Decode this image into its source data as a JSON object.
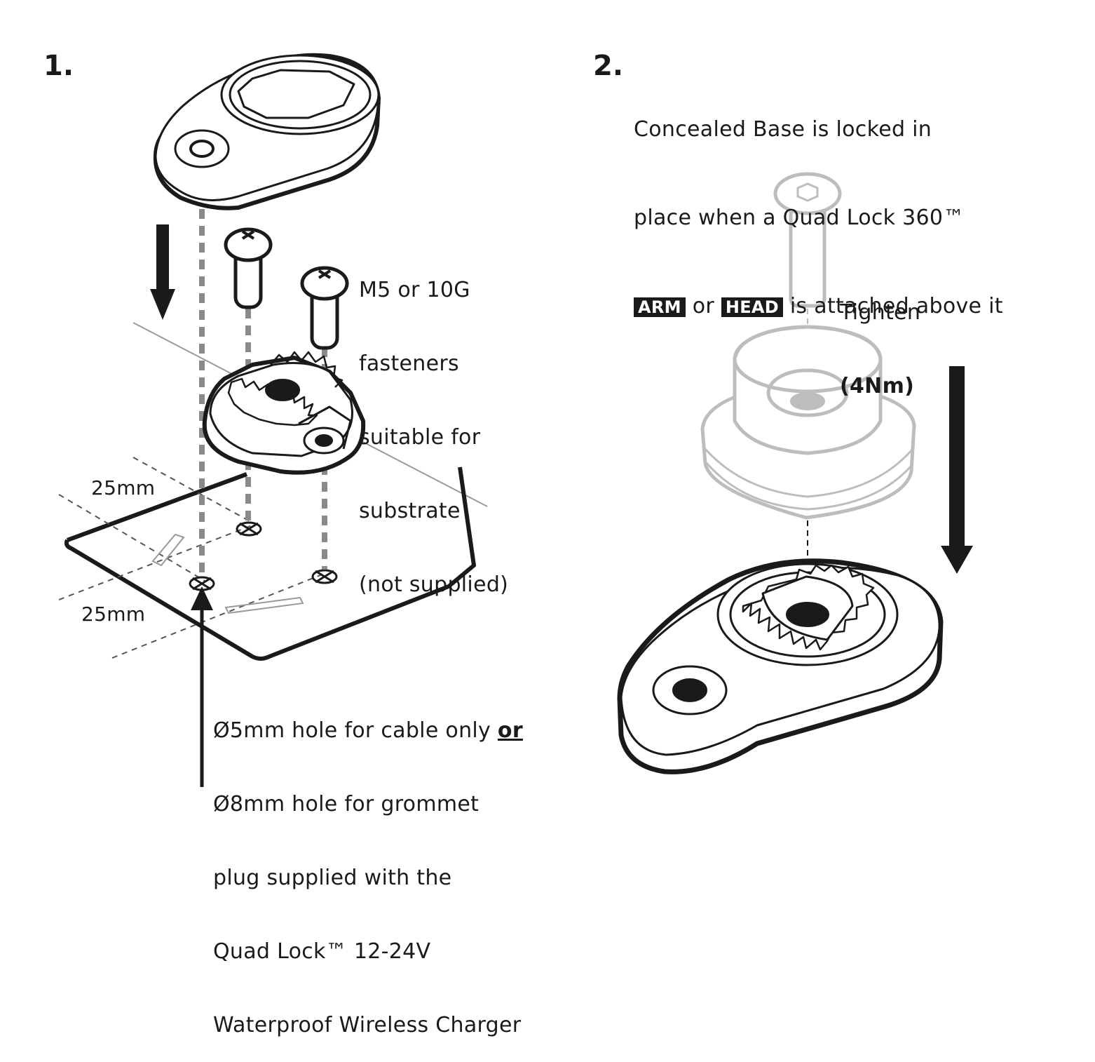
{
  "step1": {
    "number": "1.",
    "fasteners_note": [
      "M5 or 10G",
      "fasteners",
      "suitable for",
      "substrate",
      "(not supplied)"
    ],
    "dim_top": "25mm",
    "dim_bottom": "25mm",
    "hole_note": {
      "line1_pre": "Ø5mm hole for cable only ",
      "line1_or": "or",
      "line2": "Ø8mm hole for grommet",
      "line3": "plug supplied with the",
      "line4": "Quad Lock™ 12-24V",
      "line5": "Waterproof Wireless Charger"
    }
  },
  "step2": {
    "number": "2.",
    "line1": "Concealed Base is locked in",
    "line2": "place when a Quad Lock 360™",
    "tag_arm": "ARM",
    "word_or": "or",
    "tag_head": "HEAD",
    "line3_end": "is attached above it",
    "tighten": "Tighten",
    "torque": "(4Nm)"
  },
  "colors": {
    "ink": "#1a1a1a",
    "ghost": "#bdbdbd",
    "dash": "#8a8a8a"
  }
}
